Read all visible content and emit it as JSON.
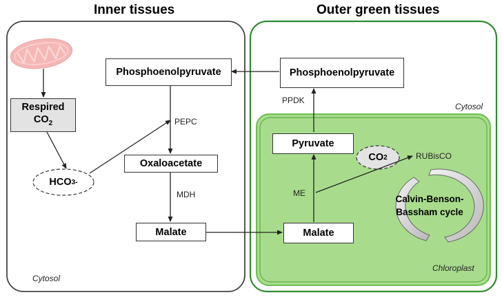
{
  "titles": {
    "inner": "Inner tissues",
    "outer": "Outer green tissues"
  },
  "inner": {
    "pep": "Phosphoenolpyruvate",
    "respired_line1": "Respired",
    "respired_line2": "CO",
    "respired_sub": "2",
    "hco3_main": "HCO",
    "hco3_sub": "3",
    "hco3_sup": "-",
    "oaa": "Oxaloacetate",
    "malate": "Malate",
    "pepc": "PEPC",
    "mdh": "MDH",
    "cytosol": "Cytosol"
  },
  "outer": {
    "pep": "Phosphoenolpyruvate",
    "ppdk": "PPDK",
    "cytosol": "Cytosol",
    "pyruvate": "Pyruvate",
    "malate": "Malate",
    "me": "ME",
    "co2_main": "CO",
    "co2_sub": "2",
    "rubisco": "RUBisCO",
    "cycle_line1": "Calvin-Benson-",
    "cycle_line2": "Bassham cycle",
    "chloroplast": "Chloroplast"
  },
  "colors": {
    "outer_border": "#2e8b2e",
    "chloroplast_fill": "#a8dc8c",
    "chloroplast_border": "#6cbf52",
    "mito_fill": "#f4b8b6",
    "inner_border": "#444444"
  }
}
